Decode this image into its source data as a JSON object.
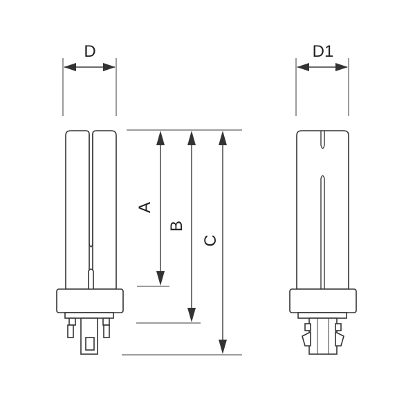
{
  "dimensions": {
    "D": "D",
    "D1": "D1",
    "A": "A",
    "B": "B",
    "C": "C"
  }
}
